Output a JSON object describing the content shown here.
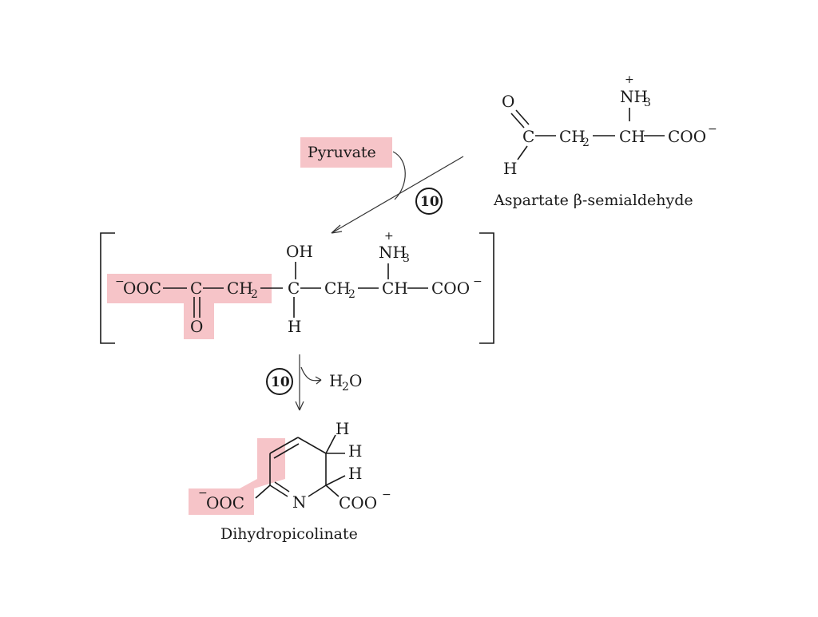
{
  "labels": {
    "pyruvate": "Pyruvate",
    "aspartate": "Aspartate β-semialdehyde",
    "dihydropicolinate": "Dihydropicolinate"
  },
  "steps": {
    "step_top": "10",
    "step_bottom": "10",
    "water": "H2O"
  },
  "colors": {
    "highlight": "#f6c4c8",
    "ink": "#1a1a1a"
  }
}
